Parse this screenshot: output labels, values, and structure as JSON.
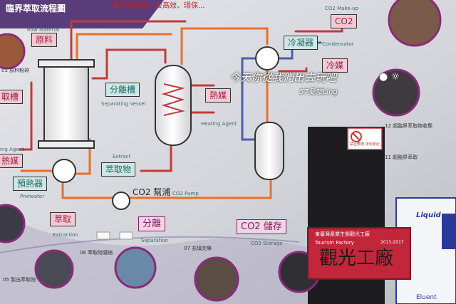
{
  "header": {
    "title_fragment": "臨界萃取流程圖",
    "slogan_fragment": "無溶劑汙染以及高效、環保..."
  },
  "labels": {
    "co2_makeup": "CO2 Make-up",
    "co2": "CO2",
    "condenser_en": "Condensator",
    "condenser": "冷凝器",
    "coolant": "冷媒",
    "raw_material_en": "Raw Material",
    "raw_material": "原料",
    "separating_vessel": "分離槽",
    "separating_vessel_en": "Separating Vessel",
    "heating_agent": "熱媒",
    "heating_agent_en": "Heating Agent",
    "extract_en": "Extract",
    "extract": "萃取物",
    "pump": "CO2 幫浦",
    "pump_en": "CO2 Pump",
    "preheater": "預熱器",
    "preheater_en": "Preheater",
    "extraction": "萃取",
    "extraction_en": "Extraction",
    "separation": "分離",
    "separation_en": "Separation",
    "storage": "CO2 儲存",
    "storage_en": "CO2 Storage",
    "left_edge_1": "取槽",
    "left_edge_2": "熱媒",
    "left_edge_3": "ing Agent",
    "liquid": "Liquid",
    "eluent": "Eluent",
    "step_06": "06 萃取物濃縮",
    "step_07": "07 充填完畢",
    "step_05": "05 製出萃取物",
    "step_01": "01 原料粉碎",
    "step_12": "12 超臨界萃取物收集",
    "step_11": "11 超臨界萃取",
    "sign_text": "禁止攀爬 請勿靠近",
    "plaque_line1": "東臺灣產業生態觀光工廠",
    "plaque_line2": "Tourism Factory",
    "plaque_line3": "2015-2017",
    "plaque_logo": "觀光工廠"
  },
  "watermark": {
    "line1": "今天你從我們出去玩吧",
    "line2": "57愛旅Ling"
  },
  "colors": {
    "pipe_orange": "#e8702a",
    "pipe_red": "#c23a3a",
    "pipe_blue": "#4a5fb0",
    "tag_pink": "#f2c9d5",
    "tag_teal": "#cfe6e4",
    "plaque_red": "#c2263b"
  }
}
